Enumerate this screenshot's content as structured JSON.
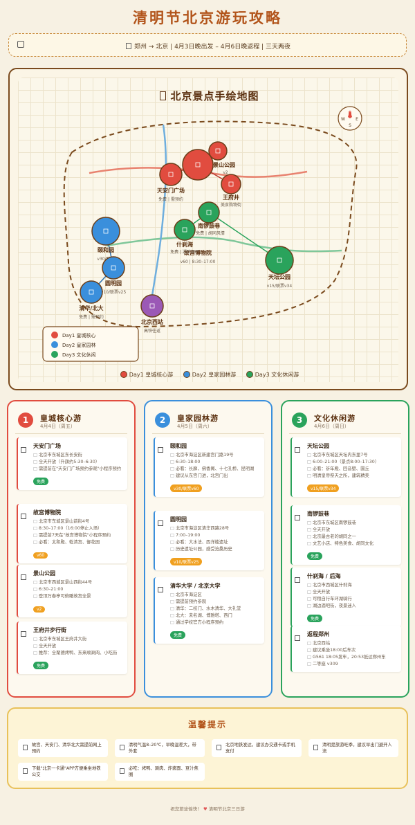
{
  "title": "清明节北京游玩攻略",
  "trip_bar": {
    "icon": "car-icon",
    "text": "郑州 → 北京 | 4月3日晚出发 – 4月6日晚返程 | 三天两夜"
  },
  "map": {
    "title": "北京景点手绘地图",
    "compass": {
      "n": "N",
      "w": "W",
      "e": "E",
      "s": "S"
    },
    "inner_legend": [
      "Day1 皇城核心",
      "Day2 皇家园林",
      "Day3 文化休闲"
    ],
    "bottom_legend": [
      "Day1 皇城核心游",
      "Day2 皇家园林游",
      "Day3 文化休闲游"
    ],
    "colors": {
      "day1": "#e14c3f",
      "day2": "#3a8fdc",
      "day3": "#2aa35c",
      "day_extra": "#9b59b6",
      "road_red": "#e8826f",
      "road_green": "#7fc79a",
      "river": "#6eaede",
      "boundary": "#7a4a1d"
    },
    "spots": [
      {
        "name": "天安门广场",
        "sub": "免费 | 需预约",
        "color": "day1"
      },
      {
        "name": "故宫博物院",
        "sub": "v60 | 8:30–17:00",
        "color": "day1"
      },
      {
        "name": "景山公园",
        "sub": "v2",
        "color": "day1"
      },
      {
        "name": "王府井",
        "sub": "美食购物街",
        "color": "day1"
      },
      {
        "name": "南锣鼓巷",
        "sub": "免费 | 胡同风情",
        "color": "day3"
      },
      {
        "name": "什刹海",
        "sub": "免费 | 湖畔酒吧",
        "color": "day3"
      },
      {
        "name": "天坛公园",
        "sub": "v15/联票v34",
        "color": "day3"
      },
      {
        "name": "颐和园",
        "sub": "v30/联票",
        "color": "day2"
      },
      {
        "name": "圆明园",
        "sub": "v10/联票v25",
        "color": "day2"
      },
      {
        "name": "清华/北大",
        "sub": "免费 | 需预约",
        "color": "day2"
      },
      {
        "name": "北京西站",
        "sub": "高铁往返",
        "color": "day_extra"
      }
    ]
  },
  "days": [
    {
      "num": "1",
      "title": "皇城核心游",
      "date": "4月4日（周五）",
      "color": "#e14c3f",
      "spots": [
        {
          "name": "天安门广场",
          "lines": [
            "北京市东城区东长安街",
            "全天开放（升旗约5:30–6:30）",
            "需提前在\"天安门广场预约参观\"小程序预约"
          ],
          "badge": "免费",
          "badge_color": "#2aa35c"
        },
        {
          "name": "故宫博物院",
          "lines": [
            "北京市东城区景山前街4号",
            "8:30–17:00（16:00停止入场）",
            "需提前7天在\"故宫博物院\"小程序预约",
            "必看：太和殿、乾清宫、御花园"
          ],
          "badge": "v60",
          "badge_color": "#f0a020"
        },
        {
          "name": "景山公园",
          "lines": [
            "北京市西城区景山西街44号",
            "6:30–21:00",
            "登顶万春亭可俯瞰故宫全景"
          ],
          "badge": "v2",
          "badge_color": "#f0a020"
        },
        {
          "name": "王府井步行街",
          "lines": [
            "北京市东城区王府井大街",
            "全天开放",
            "推荐：全聚德烤鸭、东来顺涮肉、小吃街"
          ],
          "badge": "免费",
          "badge_color": "#2aa35c"
        }
      ]
    },
    {
      "num": "2",
      "title": "皇家园林游",
      "date": "4月5日（周六）",
      "color": "#3a8fdc",
      "spots": [
        {
          "name": "颐和园",
          "lines": [
            "北京市海淀区新建宫门路19号",
            "6:30–18:00",
            "必看：长廊、佛香阁、十七孔桥、昆明湖",
            "建议从东宫门进，北宫门出"
          ],
          "badge": "v30/联票v60",
          "badge_color": "#f0a020"
        },
        {
          "name": "圆明园",
          "lines": [
            "北京市海淀区清华西路28号",
            "7:00–19:00",
            "必看：大水法、西洋楼遗址",
            "历史遗址公园，感受沧桑历史"
          ],
          "badge": "v10/联票v25",
          "badge_color": "#f0a020"
        },
        {
          "name": "清华大学 / 北京大学",
          "lines": [
            "北京市海淀区",
            "需提前预约参观",
            "清华：二校门、水木清华、大礼堂",
            "北大：未名湖、博雅塔、西门",
            "通过学校官方小程序预约"
          ],
          "badge": "免费",
          "badge_color": "#2aa35c"
        }
      ]
    },
    {
      "num": "3",
      "title": "文化休闲游",
      "date": "4月6日（周日）",
      "color": "#2aa35c",
      "spots": [
        {
          "name": "天坛公园",
          "lines": [
            "北京市东城区天坛内东里7号",
            "6:00–21:00（景点8:00–17:30）",
            "必看：祈年殿、回音壁、圜丘",
            "明清皇帝祭天之所，建筑精美"
          ],
          "badge": "v15/联票v34",
          "badge_color": "#f0a020"
        },
        {
          "name": "南锣鼓巷",
          "lines": [
            "北京市东城区南锣鼓巷",
            "全天开放",
            "北京最古老的胡同之一",
            "文艺小店、特色美食、胡同文化"
          ],
          "badge": "免费",
          "badge_color": "#2aa35c"
        },
        {
          "name": "什刹海 / 后海",
          "lines": [
            "北京市西城区什刹海",
            "全天开放",
            "可租自行车环湖骑行",
            "湖边酒吧街，夜景迷人"
          ],
          "badge": "免费",
          "badge_color": "#2aa35c"
        },
        {
          "name": "返程郑州",
          "lines": [
            "北京西站",
            "建议乘坐18:00后车次",
            "G561 18:05发车，20:53抵达郑州东",
            "二等座 v309"
          ],
          "badge": "",
          "badge_color": ""
        }
      ]
    }
  ],
  "tips": {
    "title": "温馨提示",
    "items": [
      "故宫、天安门、清华北大需提前网上预约",
      "清明气温8–20℃，早晚温差大，带外套",
      "北京地铁发达，建议办交通卡或手机支付",
      "清明是旅游旺季，建议早出门避开人流",
      "下载\"北京一卡通\"APP方便乘坐地铁公交",
      "必吃：烤鸭、涮肉、炸酱面、豆汁焦圈"
    ]
  },
  "footer": {
    "text_before": "祝您旅途愉快！",
    "text_after": "清明节北京三日游"
  }
}
